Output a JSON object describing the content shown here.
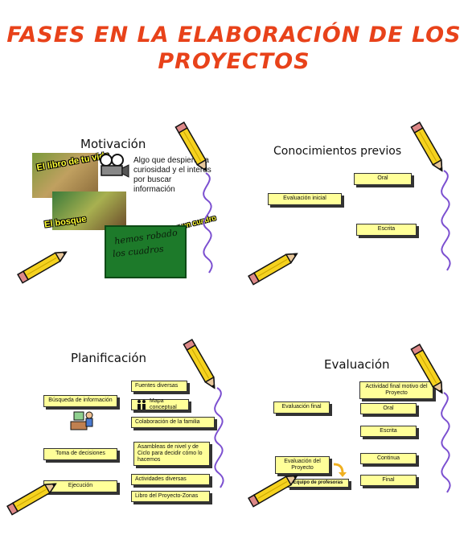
{
  "title": {
    "line1": "FASES EN LA ELABORACIÓN DE LOS",
    "line2": "PROYECTOS"
  },
  "motivacion": {
    "heading": "Motivación",
    "description": "Algo que despierte la curiosidad y el interés por buscar información",
    "photo_labels": {
      "libro": "El libro de tu vida",
      "bosque": "El bosque",
      "pintar": "Pintar un cuadro"
    },
    "chalkboard": {
      "line1": "hemos robado",
      "line2": "los cuadros"
    }
  },
  "conocimientos": {
    "heading": "Conocimientos previos",
    "evaluacion_inicial": "Evaluación inicial",
    "oral": "Oral",
    "escrita": "Escrita"
  },
  "planificacion": {
    "heading": "Planificación",
    "busqueda": "Búsqueda de información",
    "toma": "Toma de decisiones",
    "ejecucion": "Ejecución",
    "fuentes": "Fuentes diversas",
    "mapa": "Mapa conceptual",
    "colaboracion": "Colaboración de la familia",
    "asambleas": "Asambleas de nivel y de Ciclo para decidir cómo lo hacemos",
    "actividades": "Actividades diversas",
    "libro": "Libro del Proyecto-Zonas"
  },
  "evaluacion": {
    "heading": "Evaluación",
    "final_eval": "Evaluación final",
    "eval_proyecto": "Evaluación del Proyecto",
    "equipo": "Equipo de profesoras",
    "actividad_final": "Actividad final motivo del Proyecto",
    "oral": "Oral",
    "escrita": "Escrita",
    "continua": "Continua",
    "final": "Final"
  },
  "colors": {
    "title": "#e8421a",
    "box_fill": "#ffff99",
    "pencil_yellow": "#f5d21f",
    "squiggle": "#7b4fd0"
  }
}
